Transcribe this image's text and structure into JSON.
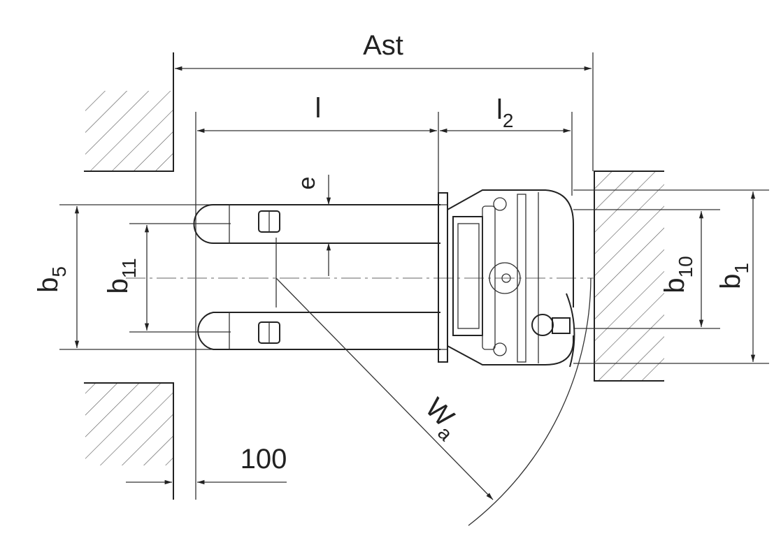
{
  "title": "Pallet truck aisle dimension diagram",
  "labels": {
    "ast": "Ast",
    "l": "l",
    "l2": {
      "main": "l",
      "sub": "2"
    },
    "e": "e",
    "b5": {
      "main": "b",
      "sub": "5"
    },
    "b11": {
      "main": "b",
      "sub": "11"
    },
    "b10": {
      "main": "b",
      "sub": "10"
    },
    "b1": {
      "main": "b",
      "sub": "1"
    },
    "wa": {
      "main": "W",
      "sub": "a"
    },
    "clearance": "100"
  },
  "colors": {
    "line": "#333333",
    "background": "#ffffff"
  }
}
